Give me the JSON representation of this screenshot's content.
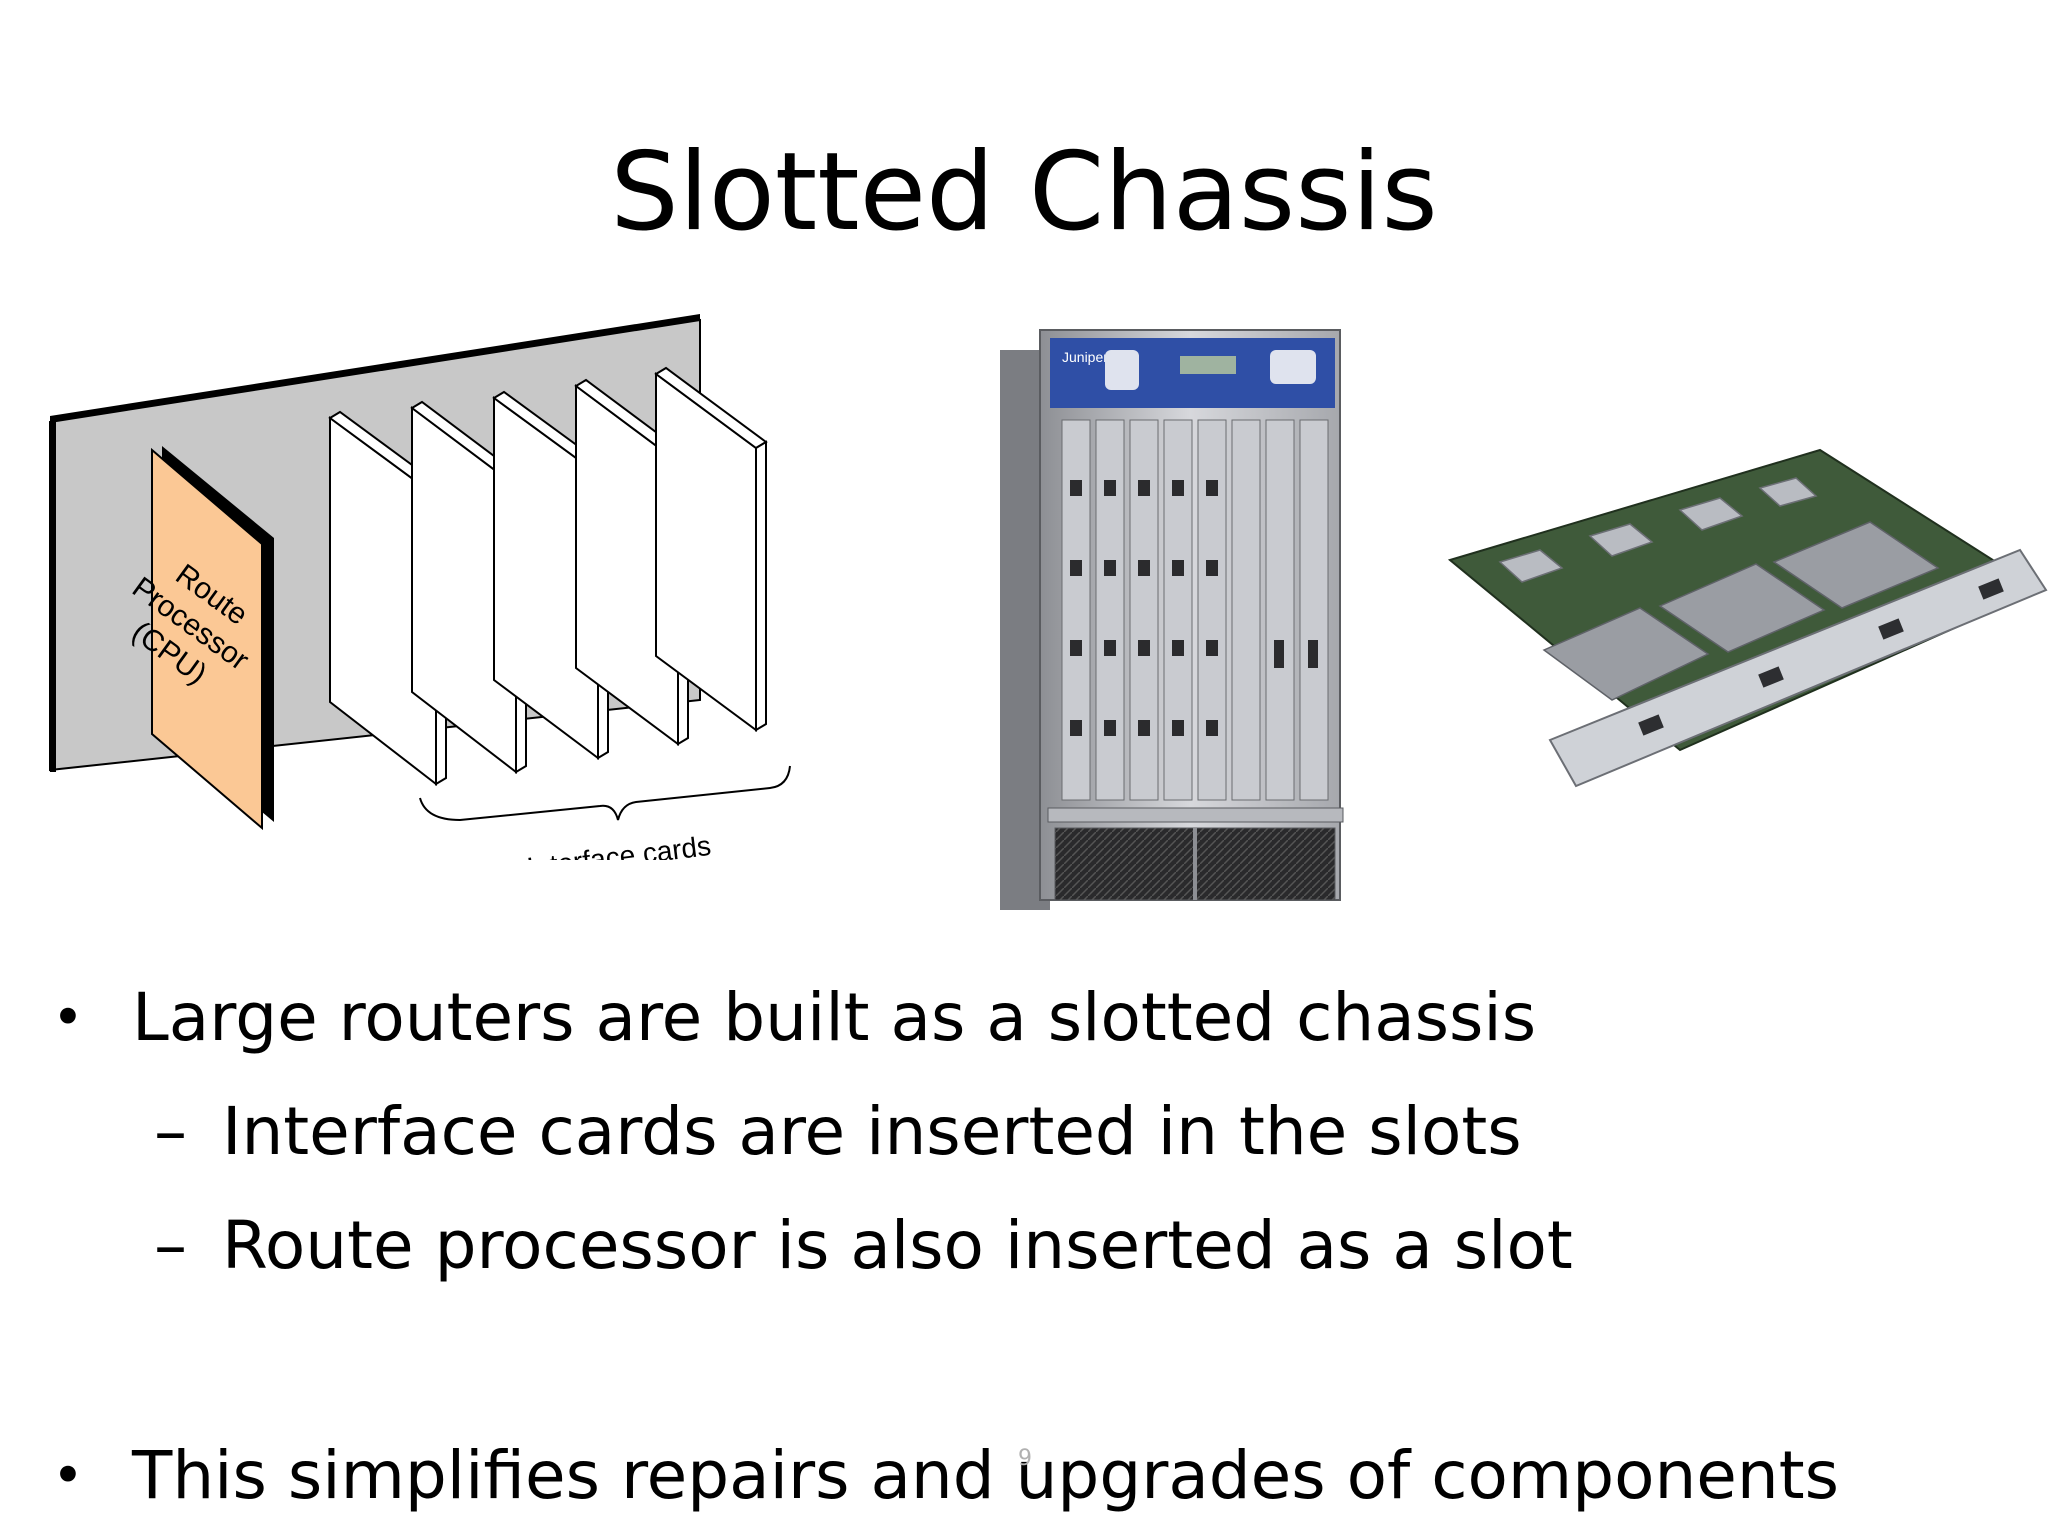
{
  "slide": {
    "title": "Slotted Chassis",
    "diagram": {
      "route_processor_label_line1": "Route",
      "route_processor_label_line2": "Processor",
      "route_processor_label_line3": "(CPU)",
      "interface_cards_label": "Interface cards",
      "colors": {
        "backplane": "#c8c8c8",
        "route_processor": "#fbc895",
        "card": "#ffffff",
        "edge": "#000000"
      }
    },
    "bullets": [
      {
        "text": "Large routers are built as a slotted chassis",
        "children": [
          "Interface cards are inserted in the slots",
          "Route processor is also inserted as a slot"
        ]
      },
      {
        "text": "This simplifies repairs and upgrades of components",
        "children": []
      }
    ],
    "bullet_glyph": "•",
    "sub_bullet_glyph": "–",
    "chassis_brand_text": "Juniper",
    "slide_number": "9"
  }
}
